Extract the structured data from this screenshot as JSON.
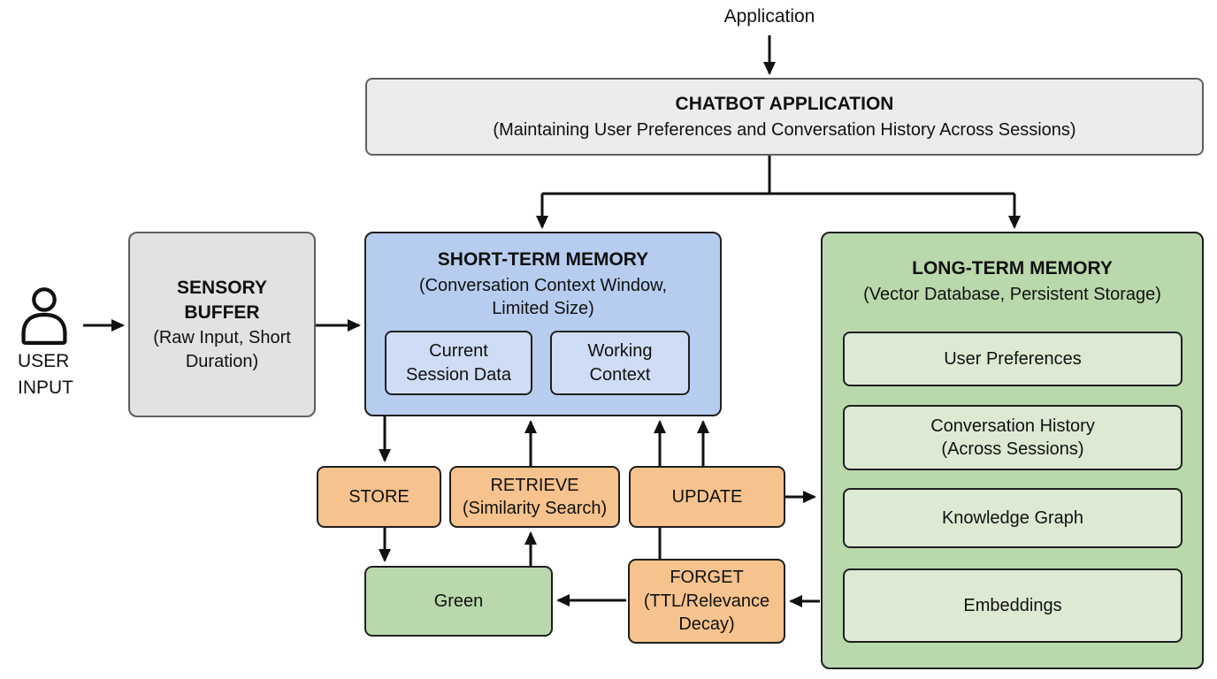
{
  "colors": {
    "background": "#ffffff",
    "gray_fill": "#ececec",
    "gray_border": "#5f5f5f",
    "sensory_fill": "#e2e2e2",
    "blue_fill": "#b7cdf0",
    "blue_inner_fill": "#cedcf5",
    "green_fill": "#b9d8ab",
    "green_inner_fill": "#dcead3",
    "orange_fill": "#f6c28d",
    "dark_border": "#1f1f1f",
    "arrow": "#111111"
  },
  "nodes": {
    "application_label": "Application",
    "chatbot": {
      "title": "CHATBOT APPLICATION",
      "subtitle": "(Maintaining User Preferences and Conversation History Across Sessions)"
    },
    "user_input": {
      "line1": "USER",
      "line2": "INPUT"
    },
    "sensory_buffer": {
      "title": "SENSORY BUFFER",
      "subtitle": "(Raw Input, Short Duration)"
    },
    "short_term_memory": {
      "title": "SHORT-TERM MEMORY",
      "subtitle": "(Conversation Context Window, Limited Size)",
      "children": [
        {
          "line1": "Current",
          "line2": "Session Data"
        },
        {
          "line1": "Working",
          "line2": "Context"
        }
      ]
    },
    "long_term_memory": {
      "title": "LONG-TERM MEMORY",
      "subtitle": "(Vector Database, Persistent Storage)",
      "children": [
        {
          "line1": "User Preferences",
          "line2": ""
        },
        {
          "line1": "Conversation History",
          "line2": "(Across Sessions)"
        },
        {
          "line1": "Knowledge Graph",
          "line2": ""
        },
        {
          "line1": "Embeddings",
          "line2": ""
        }
      ]
    },
    "operations": {
      "store": {
        "title": "STORE",
        "subtitle": ""
      },
      "retrieve": {
        "title": "RETRIEVE",
        "subtitle": "(Similarity Search)"
      },
      "update": {
        "title": "UPDATE",
        "subtitle": ""
      },
      "forget": {
        "title": "FORGET",
        "subtitle": "(TTL/Relevance Decay)"
      }
    },
    "green_box_label": "Green"
  }
}
